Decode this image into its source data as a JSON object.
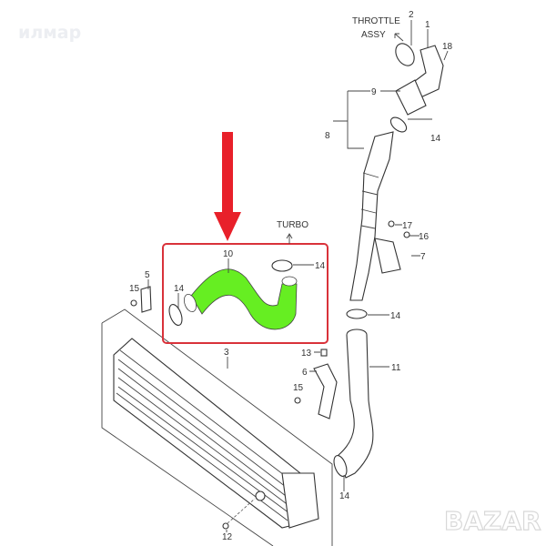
{
  "watermark": "илмар",
  "brand_watermark": "BAZAR",
  "labels": {
    "throttle": "THROTTLE",
    "assy": "ASSY",
    "turbo": "TURBO",
    "p1": "1",
    "p2": "2",
    "p18": "18",
    "p9": "9",
    "p8": "8",
    "p14a": "14",
    "p17": "17",
    "p16": "16",
    "p7": "7",
    "p10": "10",
    "p14b": "14",
    "p15a": "15",
    "p5": "5",
    "p14c": "14",
    "p14d": "14",
    "p3": "3",
    "p13": "13",
    "p11": "11",
    "p6": "6",
    "p15b": "15",
    "p14e": "14",
    "p12": "12"
  },
  "colors": {
    "highlight": "#66ee22",
    "arrow": "#e8202a",
    "box": "#d9323a"
  }
}
